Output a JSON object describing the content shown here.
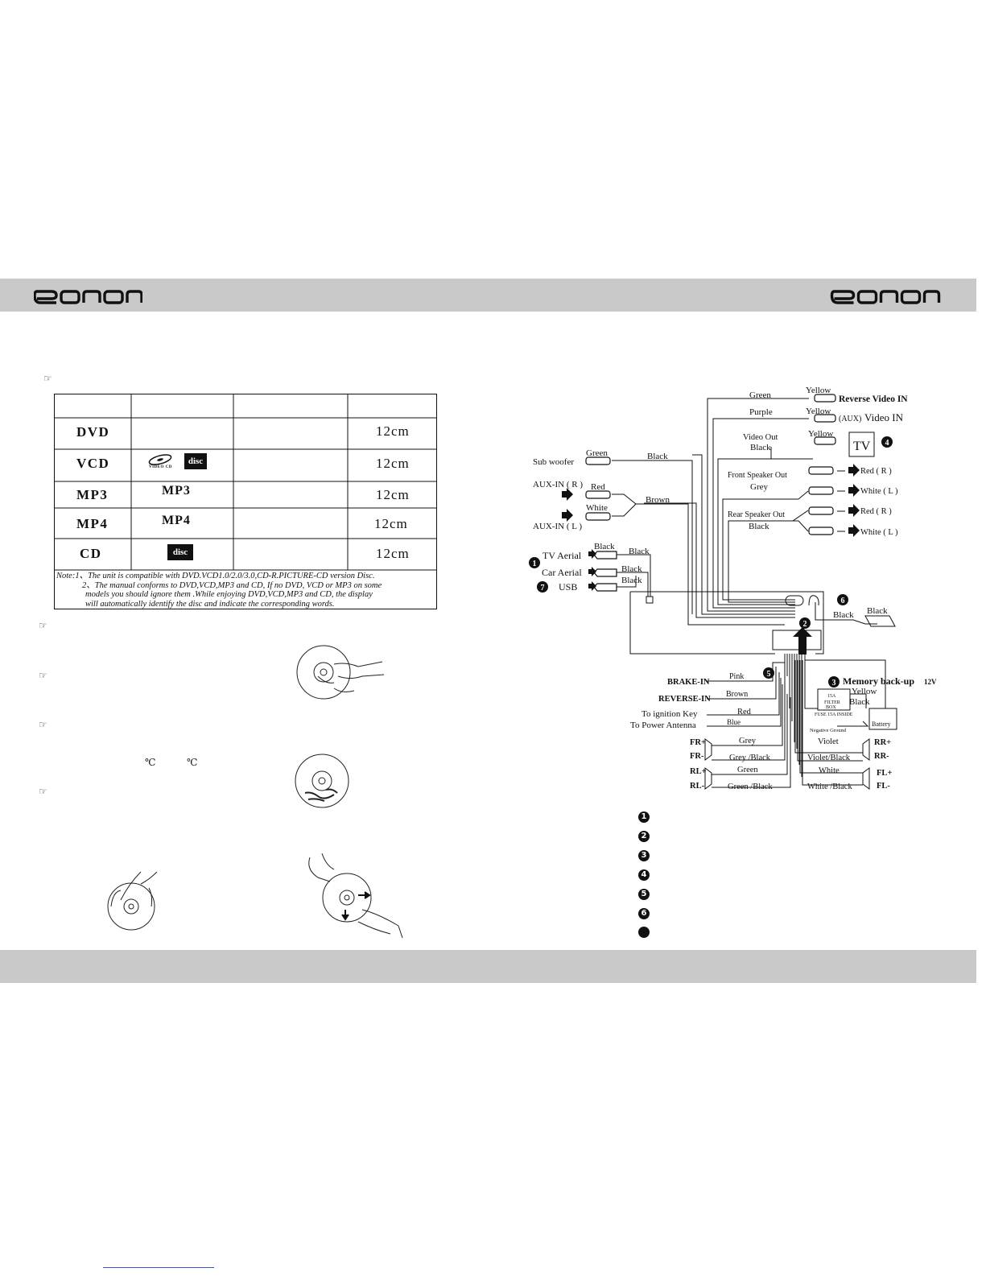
{
  "header": {
    "brand_left": "eonon",
    "brand_right": "eonon"
  },
  "disc_table": {
    "rows": [
      {
        "name": "DVD",
        "logo": "",
        "size": "12cm"
      },
      {
        "name": "VCD",
        "logo": "VIDEO CD",
        "size": "12cm"
      },
      {
        "name": "MP3",
        "logo": "MP3",
        "size": "12cm"
      },
      {
        "name": "MP4",
        "logo": "MP4",
        "size": "12cm"
      },
      {
        "name": "CD",
        "logo": "",
        "size": "12cm"
      }
    ],
    "note_lines": [
      "Note:1、The unit is compatible with DVD.VCD1.0/2.0/3.0,CD-R.PICTURE-CD version Disc.",
      "2、The manual conforms to DVD,VCD,MP3 and CD, If no DVD, VCD or MP3 on some",
      "models you  should ignore them .While enjoying DVD,VCD,MP3 and CD, the display",
      "will automatically  identify the disc and indicate the corresponding words."
    ]
  },
  "symbols": {
    "degree_1": "℃",
    "degree_2": "℃"
  },
  "wiring": {
    "rca_outputs": {
      "green_top": "Green",
      "yellow_1": "Yellow",
      "reverse_video_in": "Reverse Video IN",
      "purple": "Purple",
      "yellow_2": "Yellow",
      "aux_prefix": "(AUX)",
      "video_in": "Video IN",
      "video_out": "Video Out",
      "black_vo": "Black",
      "yellow_3": "Yellow",
      "tv": "TV",
      "front_speaker_out": "Front Speaker Out",
      "grey_fs": "Grey",
      "red_r_1": "Red ( R )",
      "white_l_1": "White ( L )",
      "rear_speaker_out": "Rear Speaker Out",
      "black_rs": "Black",
      "red_r_2": "Red ( R )",
      "white_l_2": "White ( L )"
    },
    "left_inputs": {
      "green_sub": "Green",
      "sub_woofer": "Sub woofer",
      "black_sub": "Black",
      "aux_in_r": "AUX-IN ( R )",
      "red": "Red",
      "white": "White",
      "aux_in_l": "AUX-IN ( L )",
      "brown": "Brown",
      "tv_aerial": "TV Aerial",
      "black_tv_1": "Black",
      "black_tv_2": "Black",
      "car_aerial": "Car Aerial",
      "black_car": "Black",
      "usb": "USB",
      "black_usb": "Black"
    },
    "right_side": {
      "black_6a": "Black",
      "black_6b": "Black"
    },
    "power": {
      "memory_backup": "Memory back-up",
      "volt": "12V",
      "yellow": "Yellow",
      "black": "Black",
      "fuse_15a": "15A",
      "filter_box_1": "FILTER",
      "filter_box_2": "BOX",
      "fuse_inside": "FUSE 15A INSIDE",
      "negative_ground": "Negative Ground",
      "battery": "Battery"
    },
    "control_wires": {
      "brake_in": "BRAKE-IN",
      "pink": "Pink",
      "reverse_in": "REVERSE-IN",
      "brown": "Brown",
      "ignition": "To ignition Key",
      "red": "Red",
      "power_antenna": "To Power Antenna",
      "blue": "Blue"
    },
    "speakers": {
      "fr_plus": "FR+",
      "fr_minus": "FR-",
      "grey": "Grey",
      "grey_black": "Grey /Black",
      "rl_plus": "RL+",
      "rl_minus": "RL-",
      "green": "Green",
      "green_black": "Green /Black",
      "violet": "Violet",
      "violet_black": "Violet/Black",
      "rr_plus": "RR+",
      "rr_minus": "RR-",
      "white": "White",
      "white_black": "White /Black",
      "fl_plus": "FL+",
      "fl_minus": "FL-"
    },
    "markers": {
      "m1": "1",
      "m2": "2",
      "m3": "3",
      "m4": "4",
      "m5": "5",
      "m6": "6",
      "m7": "7"
    }
  },
  "legend": [
    "1",
    "2",
    "3",
    "4",
    "5",
    "6",
    ""
  ]
}
